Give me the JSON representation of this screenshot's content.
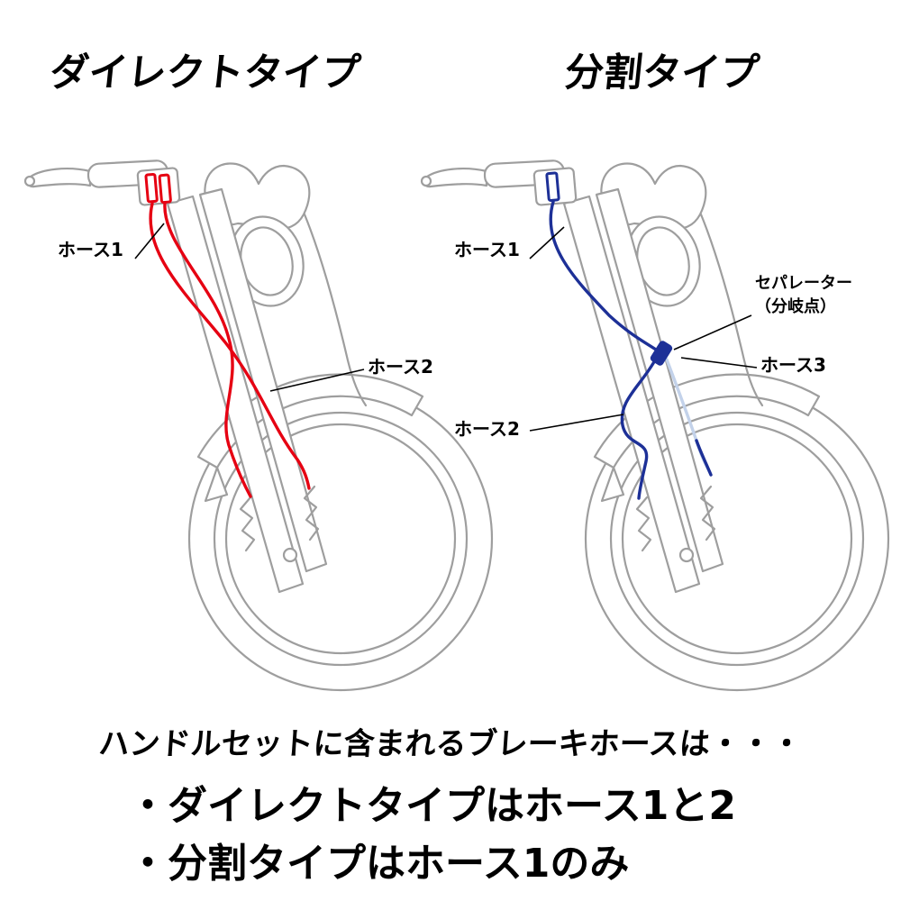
{
  "colors": {
    "line_art": "#9e9e9e",
    "hose_red": "#e60012",
    "hose_blue": "#1d3097",
    "hose_pale": "#c3d2ea",
    "text": "#000000",
    "background": "#ffffff"
  },
  "headings": {
    "direct": "ダイレクトタイプ",
    "split": "分割タイプ"
  },
  "left_diagram": {
    "type": "direct",
    "hose_color_name": "red",
    "labels": {
      "hose1": "ホース1",
      "hose2": "ホース2"
    }
  },
  "right_diagram": {
    "type": "split",
    "hose_color_name": "blue",
    "labels": {
      "hose1": "ホース1",
      "hose2": "ホース2",
      "hose3": "ホース3",
      "separator": "セパレーター",
      "separator_sub": "（分岐点）"
    }
  },
  "footer": {
    "intro": "ハンドルセットに含まれるブレーキホースは・・・",
    "bullets": [
      "・ダイレクトタイプはホース1と2",
      "・分割タイプはホース1のみ"
    ]
  }
}
